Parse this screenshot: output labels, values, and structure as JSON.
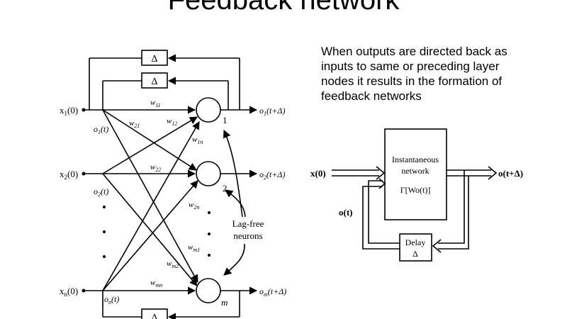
{
  "slide": {
    "title": "Feedback network",
    "description_lines": [
      "When outputs are directed back as",
      "inputs to same or preceding layer",
      "nodes it results in the formation of",
      "feedback networks"
    ]
  },
  "left_diagram": {
    "delay_symbol": "Δ",
    "inputs": [
      {
        "main": "x",
        "sub": "1",
        "tail": "(0)"
      },
      {
        "main": "x",
        "sub": "2",
        "tail": "(0)"
      },
      {
        "main": "x",
        "sub": "n",
        "tail": "(0)"
      }
    ],
    "feedback_signals": [
      {
        "main": "o",
        "sub": "1",
        "tail": "(t)"
      },
      {
        "main": "o",
        "sub": "2",
        "tail": "(t)"
      },
      {
        "main": "o",
        "sub": "n",
        "tail": "(t)"
      }
    ],
    "outputs": [
      {
        "main": "o",
        "sub": "1",
        "tail": "(t+Δ)"
      },
      {
        "main": "o",
        "sub": "2",
        "tail": "(t+Δ)"
      },
      {
        "main": "o",
        "sub": "m",
        "tail": "(t+Δ)"
      }
    ],
    "neuron_labels": [
      "1",
      "2",
      "m"
    ],
    "weights": [
      {
        "sub": "11"
      },
      {
        "sub": "21"
      },
      {
        "sub": "12"
      },
      {
        "sub": "1n"
      },
      {
        "sub": "22"
      },
      {
        "sub": "2n"
      },
      {
        "sub": "m1"
      },
      {
        "sub": "m2"
      },
      {
        "sub": "mn"
      }
    ],
    "weight_symbol": "w",
    "annotation_line1": "Lag-free",
    "annotation_line2": "neurons"
  },
  "right_diagram": {
    "input_label": "x(0)",
    "output_label": "o(t+Δ)",
    "feedback_label": "o(t)",
    "block_line1": "Instantaneous",
    "block_line2": "network",
    "block_line3": "Γ[Wo(t)]",
    "delay_line1": "Delay",
    "delay_line2": "Δ"
  }
}
